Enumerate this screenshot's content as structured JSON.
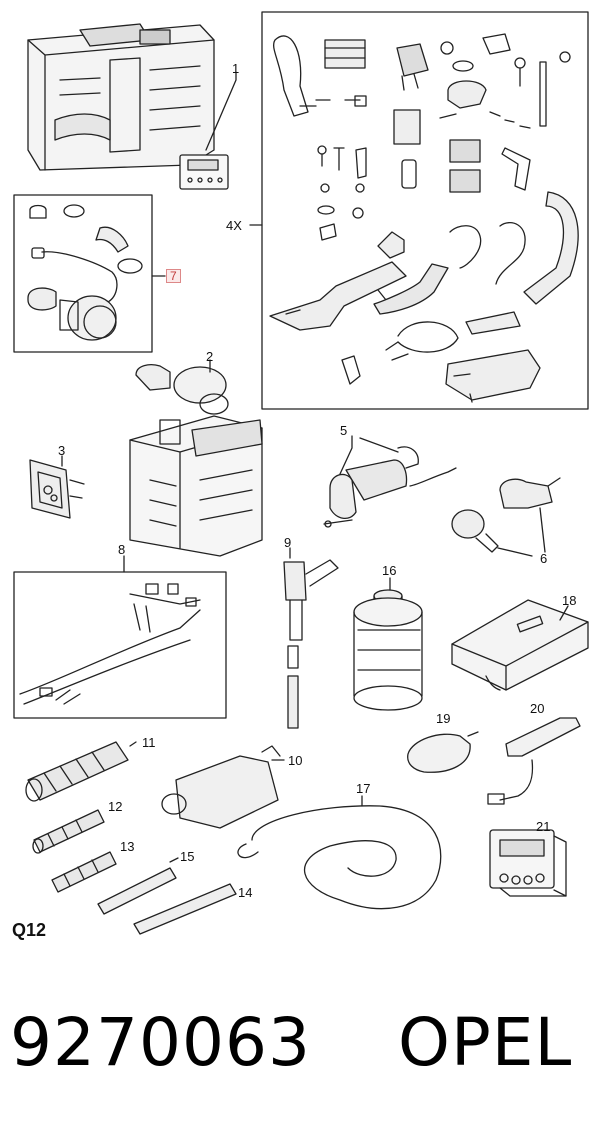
{
  "callouts": {
    "c1": "1",
    "c2": "2",
    "c3": "3",
    "c4x": "4X",
    "c5": "5",
    "c6": "6",
    "c7": "7",
    "c8": "8",
    "c9": "9",
    "c10": "10",
    "c11": "11",
    "c12": "12",
    "c13": "13",
    "c14": "14",
    "c15": "15",
    "c16": "16",
    "c17": "17",
    "c18": "18",
    "c19": "19",
    "c20": "20",
    "c21": "21"
  },
  "diagram_code": "Q12",
  "part_number": "9270063",
  "brand": "OPEL",
  "colors": {
    "line": "#222222",
    "fill_light": "#e8e8e8",
    "highlight": "#c23a3a"
  }
}
